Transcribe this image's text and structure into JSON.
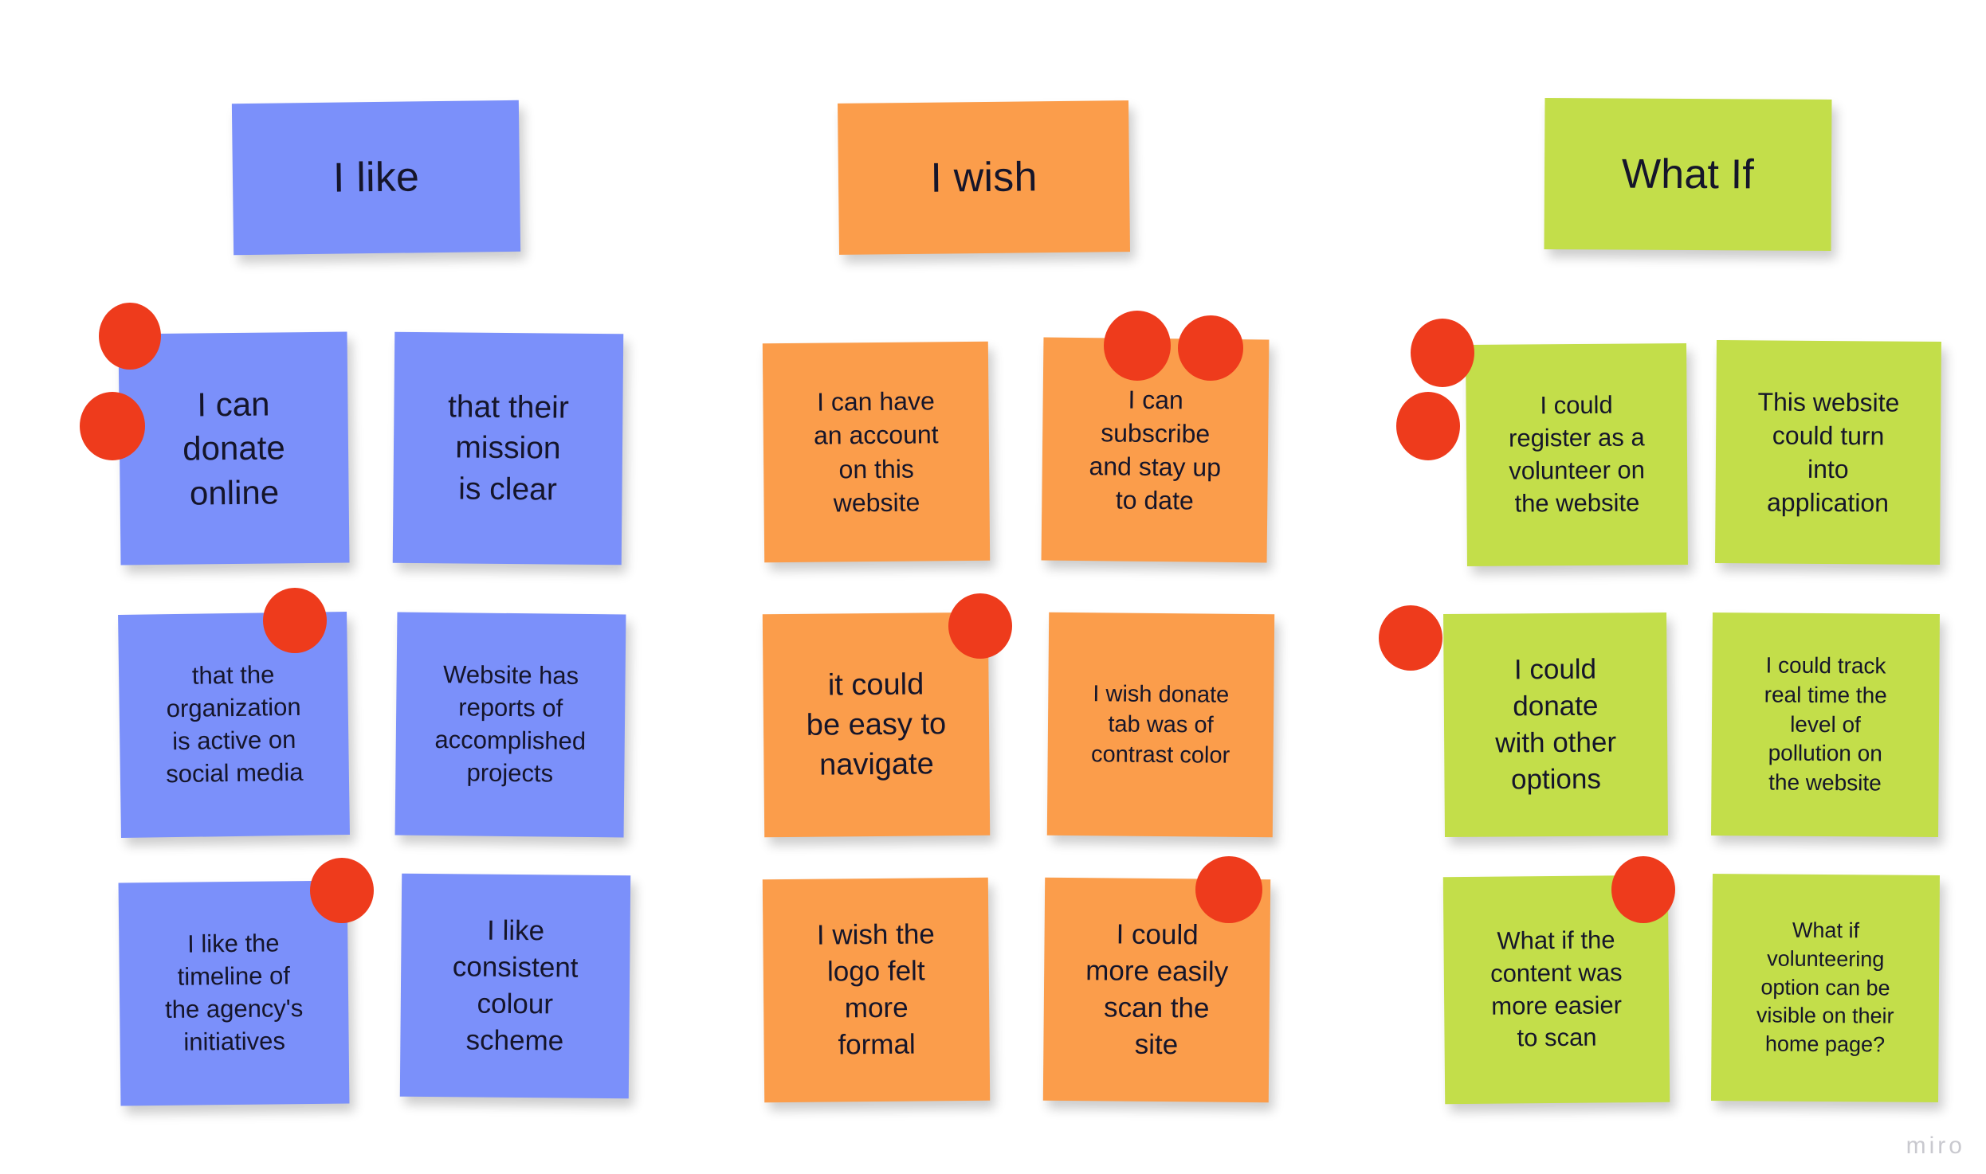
{
  "board": {
    "background_color": "#ffffff",
    "watermark": "miro",
    "colors": {
      "blue_note": "#7B90FA",
      "orange_note": "#FB9D4B",
      "green_note": "#C3DE4A",
      "vote_dot": "#EE3B1C",
      "text": "#15152a"
    }
  },
  "columns": [
    {
      "id": "i-like",
      "header": {
        "label": "I like",
        "color": "#7B90FA"
      },
      "notes": [
        {
          "text": "I can\ndonate\nonline",
          "votes": 2
        },
        {
          "text": "that their\nmission\nis clear",
          "votes": 0
        },
        {
          "text": "that the\norganization\nis active on\nsocial media",
          "votes": 1
        },
        {
          "text": "Website has\nreports of\naccomplished\nprojects",
          "votes": 0
        },
        {
          "text": "I like the\ntimeline of\nthe agency's\ninitiatives",
          "votes": 1
        },
        {
          "text": "I like\nconsistent\ncolour\nscheme",
          "votes": 0
        }
      ]
    },
    {
      "id": "i-wish",
      "header": {
        "label": "I wish",
        "color": "#FB9D4B"
      },
      "notes": [
        {
          "text": "I can have\nan account\non this\nwebsite",
          "votes": 0
        },
        {
          "text": "I can\nsubscribe\nand stay up\nto date",
          "votes": 2
        },
        {
          "text": "it could\nbe easy to\nnavigate",
          "votes": 1
        },
        {
          "text": "I wish donate\ntab was of\ncontrast color",
          "votes": 0
        },
        {
          "text": "I wish the\nlogo felt\nmore\nformal",
          "votes": 0
        },
        {
          "text": "I could\nmore easily\nscan the\nsite",
          "votes": 1
        }
      ]
    },
    {
      "id": "what-if",
      "header": {
        "label": "What If",
        "color": "#C3DE4A"
      },
      "notes": [
        {
          "text": "I could\nregister as a\nvolunteer on\nthe website",
          "votes": 2
        },
        {
          "text": "This website\ncould turn\ninto\napplication",
          "votes": 0
        },
        {
          "text": "I could\ndonate\nwith other\noptions",
          "votes": 1
        },
        {
          "text": "I could track\nreal time the\nlevel of\npollution on\nthe website",
          "votes": 0
        },
        {
          "text": "What if the\ncontent was\nmore easier\nto scan",
          "votes": 1
        },
        {
          "text": "What if\nvolunteering\noption can be\nvisible on their\nhome page?",
          "votes": 0
        }
      ]
    }
  ]
}
